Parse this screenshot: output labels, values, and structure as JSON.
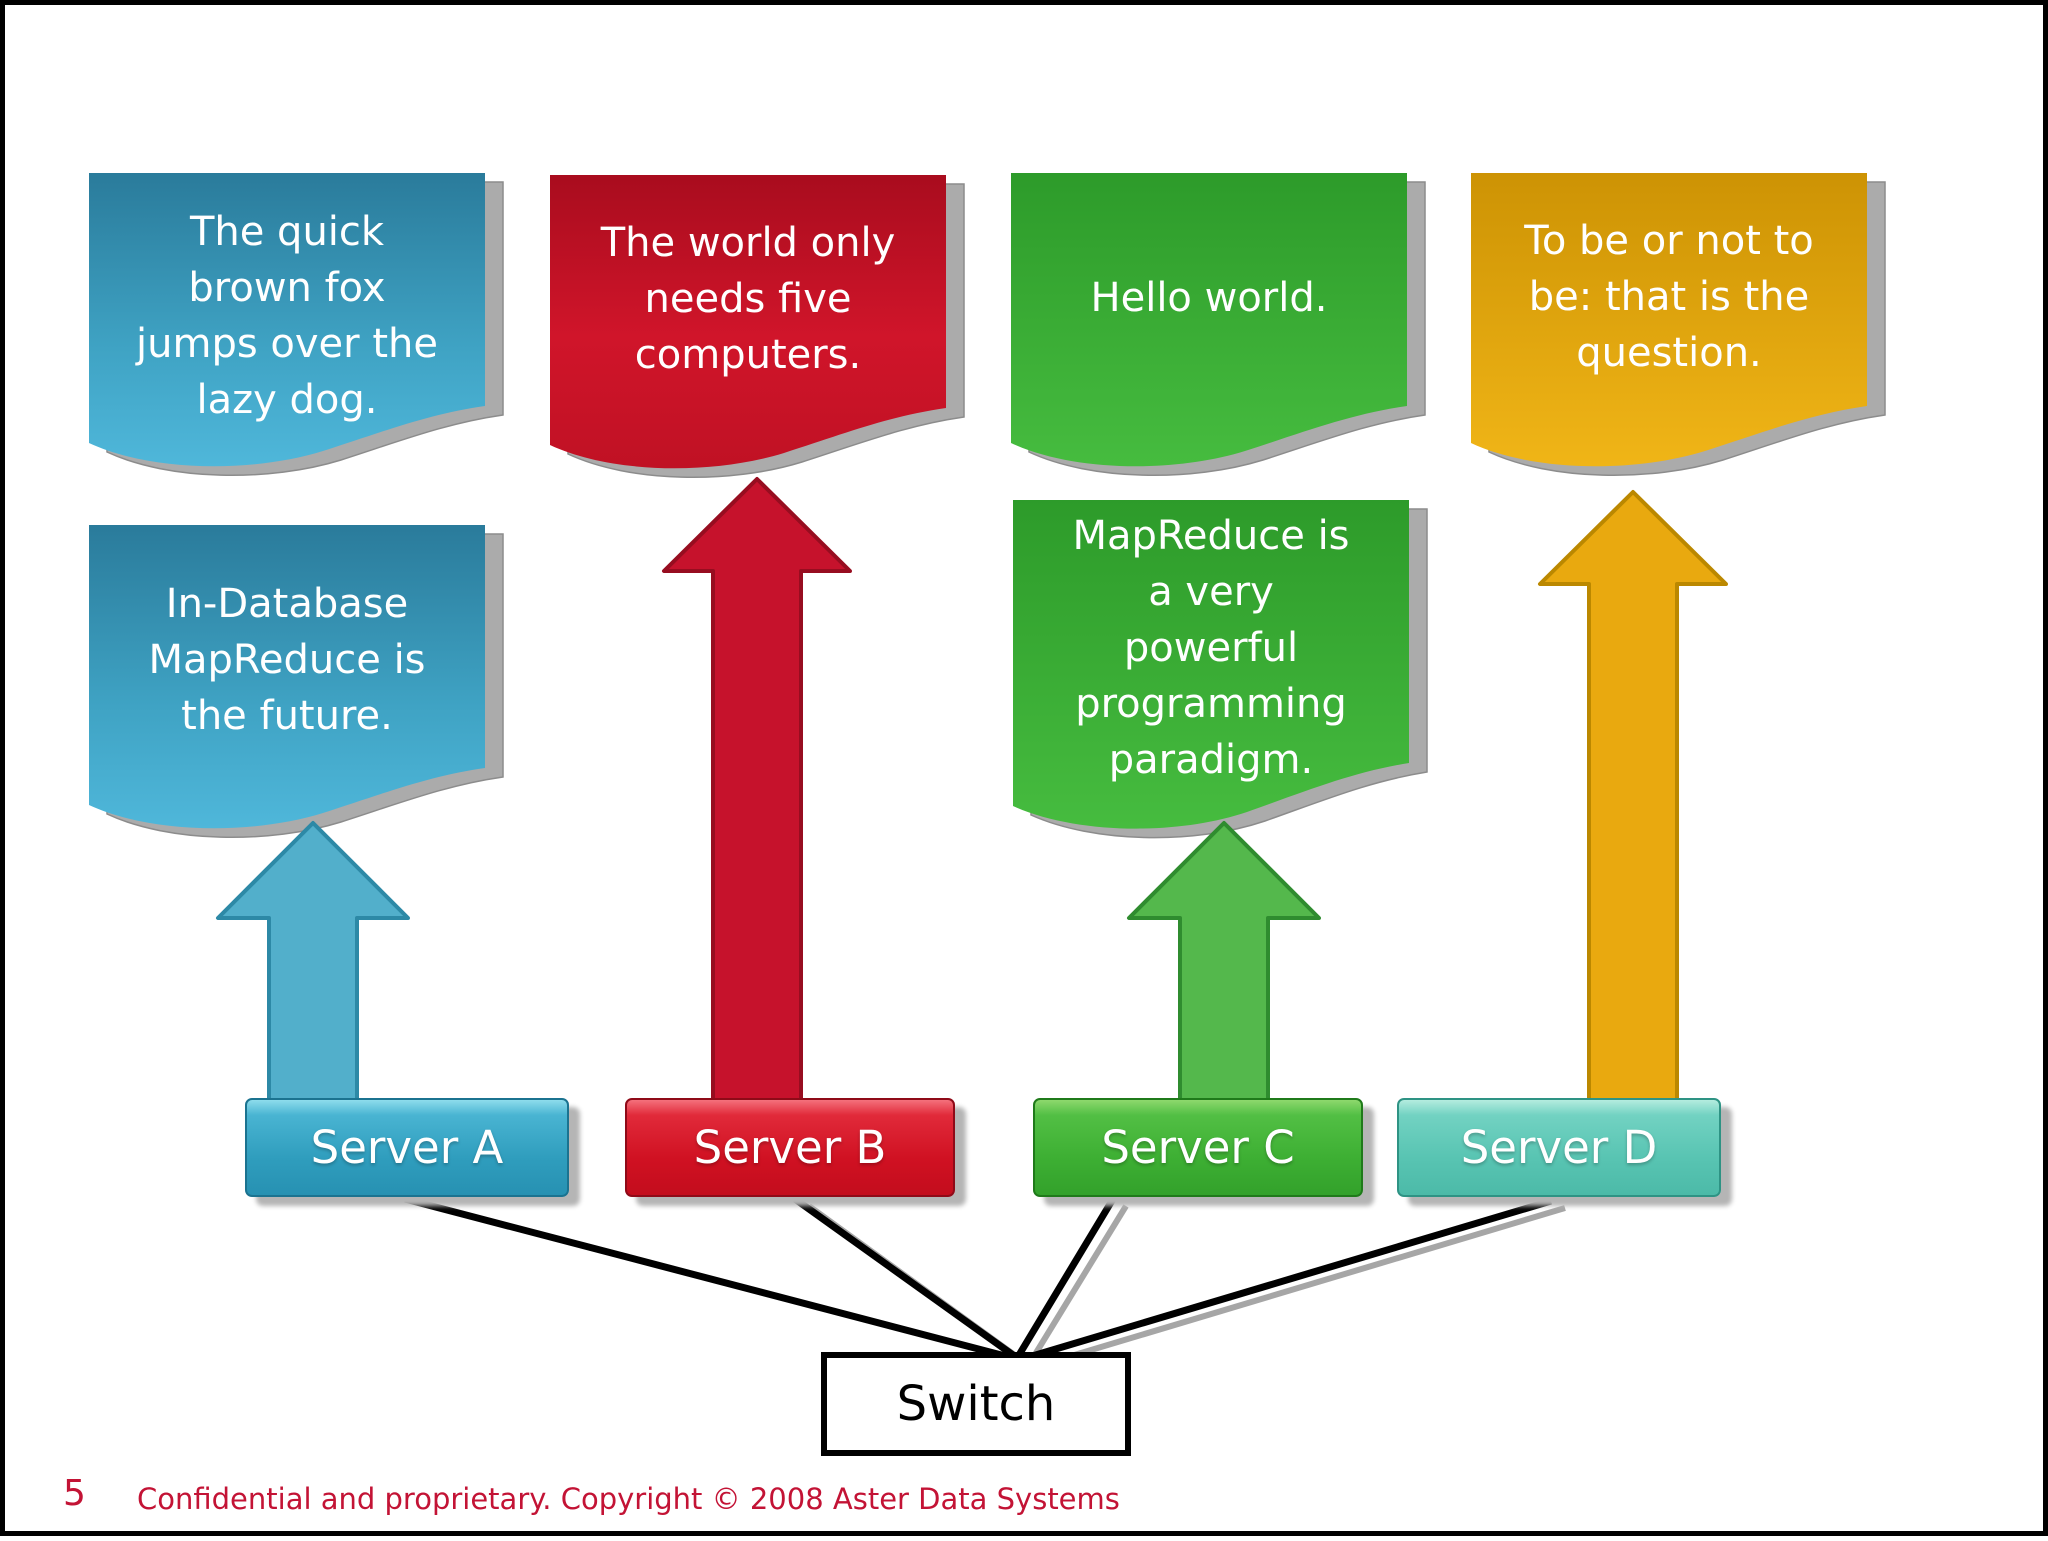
{
  "slide": {
    "page_number": "5",
    "footer_text": "Confidential and proprietary. Copyright © 2008 Aster Data Systems",
    "footer_color": "#c31335",
    "background_color": "#ffffff",
    "border_color": "#000000"
  },
  "banners": [
    {
      "name": "quote-fox",
      "color_top": "#2a7b9b",
      "color_bottom": "#4fb7da",
      "lines": [
        "The quick",
        "brown fox",
        "jumps over the",
        "lazy dog."
      ]
    },
    {
      "name": "quote-five-computers",
      "color_top": "#a90c1e",
      "color_bottom": "#c01124",
      "lines": [
        "The world only",
        "needs five",
        "computers."
      ]
    },
    {
      "name": "quote-hello-world",
      "color_top": "#2d9b2a",
      "color_bottom": "#46bc3f",
      "lines": [
        "Hello world."
      ]
    },
    {
      "name": "quote-to-be",
      "color_top": "#cd9304",
      "color_bottom": "#f0b517",
      "lines": [
        "To be or not to",
        "be: that is the",
        "question."
      ]
    },
    {
      "name": "quote-in-database",
      "color_top": "#2a7b9b",
      "color_bottom": "#4fb7da",
      "lines": [
        "In-Database",
        "MapReduce is",
        "the future."
      ]
    },
    {
      "name": "quote-paradigm",
      "color_top": "#2d9b2a",
      "color_bottom": "#46bc3f",
      "lines": [
        "MapReduce is",
        "a very",
        "powerful",
        "programming",
        "paradigm."
      ]
    }
  ],
  "arrows": [
    {
      "name": "arrow-up-a",
      "fill": "#52afcb",
      "stroke": "#2d89a6"
    },
    {
      "name": "arrow-up-b",
      "fill": "#c6122c",
      "stroke": "#970d20"
    },
    {
      "name": "arrow-up-c",
      "fill": "#54b84c",
      "stroke": "#2f8c2f"
    },
    {
      "name": "arrow-up-d",
      "fill": "#e9a90f",
      "stroke": "#bb8800"
    }
  ],
  "servers": [
    {
      "label": "Server A",
      "color": "#2f9dbd"
    },
    {
      "label": "Server B",
      "color": "#d01122"
    },
    {
      "label": "Server C",
      "color": "#3daf33"
    },
    {
      "label": "Server D",
      "color": "#58c4b2"
    }
  ],
  "switch_box": {
    "label": "Switch"
  }
}
